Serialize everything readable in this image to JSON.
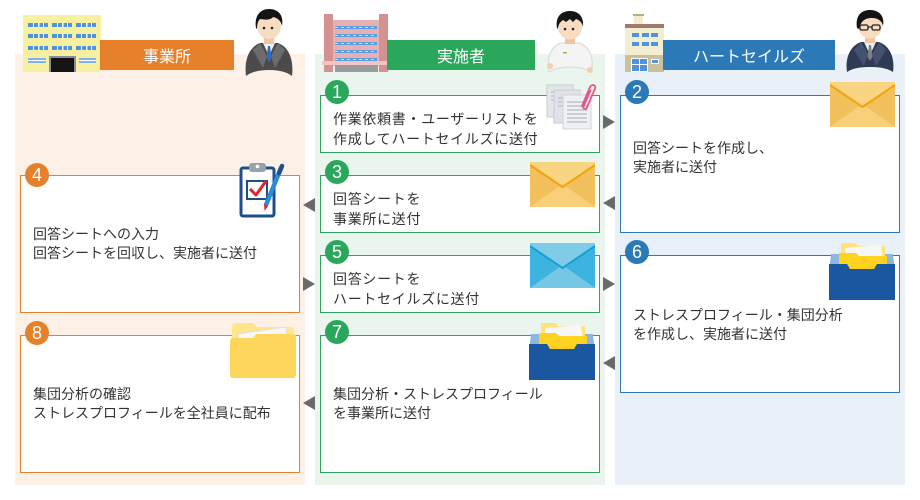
{
  "lanes": [
    {
      "role": "office",
      "name": "事業所",
      "color": "#e6802a"
    },
    {
      "role": "provider",
      "name": "実施者",
      "color": "#2ba75c"
    },
    {
      "role": "heartsails",
      "name": "ハートセイルズ",
      "color": "#2b79b7"
    }
  ],
  "steps": [
    {
      "number": "1",
      "lane": "実施者",
      "lines": [
        "作業依頼書・ユーザーリストを",
        "作成してハートセイルズに送付"
      ],
      "icon": "documents-paperclip-icon"
    },
    {
      "number": "2",
      "lane": "ハートセイルズ",
      "lines": [
        "回答シートを作成し、",
        "実施者に送付"
      ],
      "icon": "envelope-yellow-icon"
    },
    {
      "number": "3",
      "lane": "実施者",
      "lines": [
        "回答シートを",
        "事業所に送付"
      ],
      "icon": "envelope-yellow-icon"
    },
    {
      "number": "4",
      "lane": "事業所",
      "lines": [
        "回答シートへの入力",
        "回答シートを回収し、実施者に送付"
      ],
      "icon": "clipboard-checklist-icon"
    },
    {
      "number": "5",
      "lane": "実施者",
      "lines": [
        "回答シートを",
        "ハートセイルズに送付"
      ],
      "icon": "envelope-blue-icon"
    },
    {
      "number": "6",
      "lane": "ハートセイルズ",
      "lines": [
        "ストレスプロフィール・集団分析",
        "を作成し、実施者に送付"
      ],
      "icon": "file-box-icon"
    },
    {
      "number": "7",
      "lane": "実施者",
      "lines": [
        "集団分析・ストレスプロフィール",
        "を事業所に送付"
      ],
      "icon": "file-box-icon"
    },
    {
      "number": "8",
      "lane": "事業所",
      "lines": [
        "集団分析の確認",
        "ストレスプロフィールを全社員に配布"
      ],
      "icon": "folder-icon"
    }
  ],
  "flow": [
    {
      "from": "1",
      "to": "2",
      "direction": "right"
    },
    {
      "from": "2",
      "to": "3",
      "direction": "left"
    },
    {
      "from": "3",
      "to": "4",
      "direction": "left"
    },
    {
      "from": "4",
      "to": "5",
      "direction": "right"
    },
    {
      "from": "5",
      "to": "6",
      "direction": "right"
    },
    {
      "from": "6",
      "to": "7",
      "direction": "left"
    },
    {
      "from": "7",
      "to": "8",
      "direction": "left"
    }
  ],
  "lane_icons": {
    "office": {
      "building": "office-building-icon",
      "person": "businessman-icon"
    },
    "provider": {
      "building": "hospital-building-icon",
      "person": "medical-staff-icon"
    },
    "heartsails": {
      "building": "company-building-icon",
      "person": "businessman-glasses-icon"
    }
  }
}
